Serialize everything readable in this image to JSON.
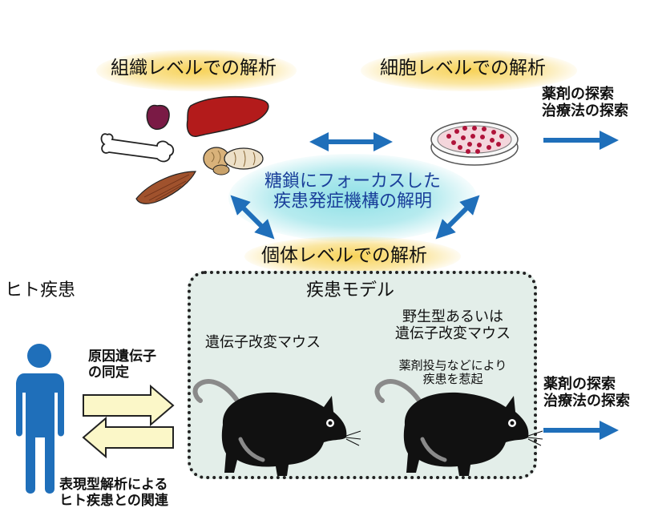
{
  "labels": {
    "tissue_level": "組織レベルでの解析",
    "cell_level": "細胞レベルでの解析",
    "center_line1": "糖鎖にフォーカスした",
    "center_line2": "疾患発症機構の解明",
    "individual_level": "個体レベルでの解析",
    "drug_search_top_line1": "薬剤の探索",
    "drug_search_top_line2": "治療法の探索",
    "human_disease": "ヒト疾患",
    "disease_model": "疾患モデル",
    "gm_mouse": "遺伝子改変マウス",
    "wild_line1": "野生型あるいは",
    "wild_line2": "遺伝子改変マウス",
    "induce_line1": "薬剤投与などにより",
    "induce_line2": "疾患を惹起",
    "gene_line1": "原因遺伝子",
    "gene_line2": "の同定",
    "pheno_line1": "表現型解析による",
    "pheno_line2": "ヒト疾患との関連",
    "drug_search_bottom_line1": "薬剤の探索",
    "drug_search_bottom_line2": "治療法の探索"
  },
  "colors": {
    "arrow_blue": "#1f6fba",
    "center_text": "#1a3f9a",
    "glow_yellow": "#f7d257",
    "glow_cyan": "#8fe0e6",
    "model_box_bg": "#e3eee9",
    "liver": "#b31b1b",
    "spleen": "#7a1a45",
    "muscle": "#a0522d",
    "human": "#1f6fba",
    "mouse": "#111111",
    "yellow_arrow_fill": "#fbf7c8",
    "yellow_arrow_stroke": "#222222"
  },
  "icons": [
    "spleen-icon",
    "liver-icon",
    "bone-icon",
    "brain-icon",
    "muscle-icon",
    "petri-dish-icon",
    "human-icon",
    "mouse-icon"
  ]
}
